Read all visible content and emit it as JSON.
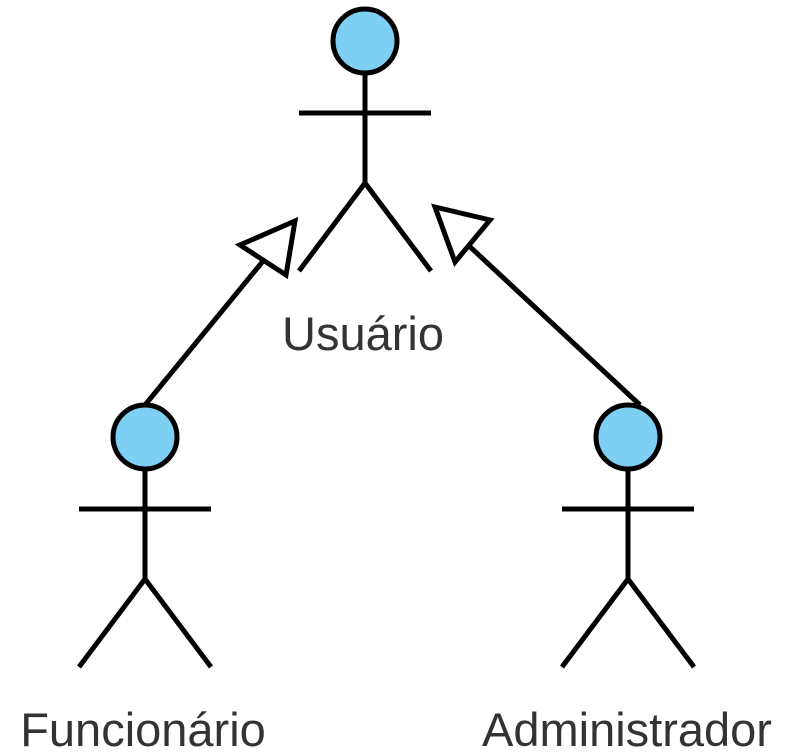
{
  "diagram": {
    "type": "uml-use-case-actor-generalization",
    "actors": [
      {
        "id": "usuario",
        "name": "Usuário"
      },
      {
        "id": "funcionario",
        "name": "Funcionário"
      },
      {
        "id": "administrador",
        "name": "Administrador"
      }
    ],
    "generalizations": [
      {
        "from": "funcionario",
        "to": "usuario"
      },
      {
        "from": "administrador",
        "to": "usuario"
      }
    ],
    "colors": {
      "actor_head_fill": "#7dcff4",
      "line": "#000000",
      "label_text": "#333333",
      "background": "#ffffff"
    }
  }
}
